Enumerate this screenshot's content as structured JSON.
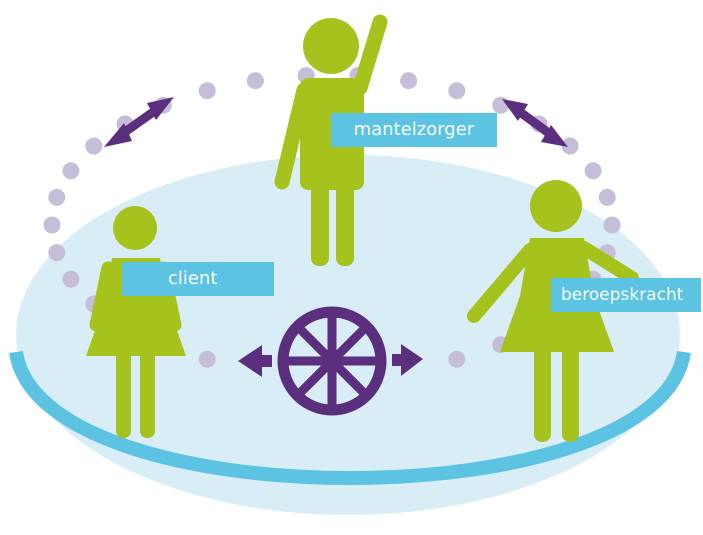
{
  "diagram": {
    "labels": {
      "mantelzorger": "mantelzorger",
      "client": "client",
      "beroepskracht": "beroepskracht"
    },
    "figures": [
      {
        "role": "mantelzorger",
        "type": "person-arm-raised"
      },
      {
        "role": "client",
        "type": "woman"
      },
      {
        "role": "beroepskracht",
        "type": "woman-pointing"
      }
    ],
    "center_icon": "ship-wheel-icon",
    "colors": {
      "figure": "#a6c21c",
      "label_bg": "#5cc3e2",
      "label_text": "#ffffff",
      "dots": "#c6bdd9",
      "arrows": "#5b2f7e",
      "wheel": "#5b2f7e",
      "platform_fill": "#d8edf5",
      "platform_rim": "#5cc3e2"
    }
  }
}
